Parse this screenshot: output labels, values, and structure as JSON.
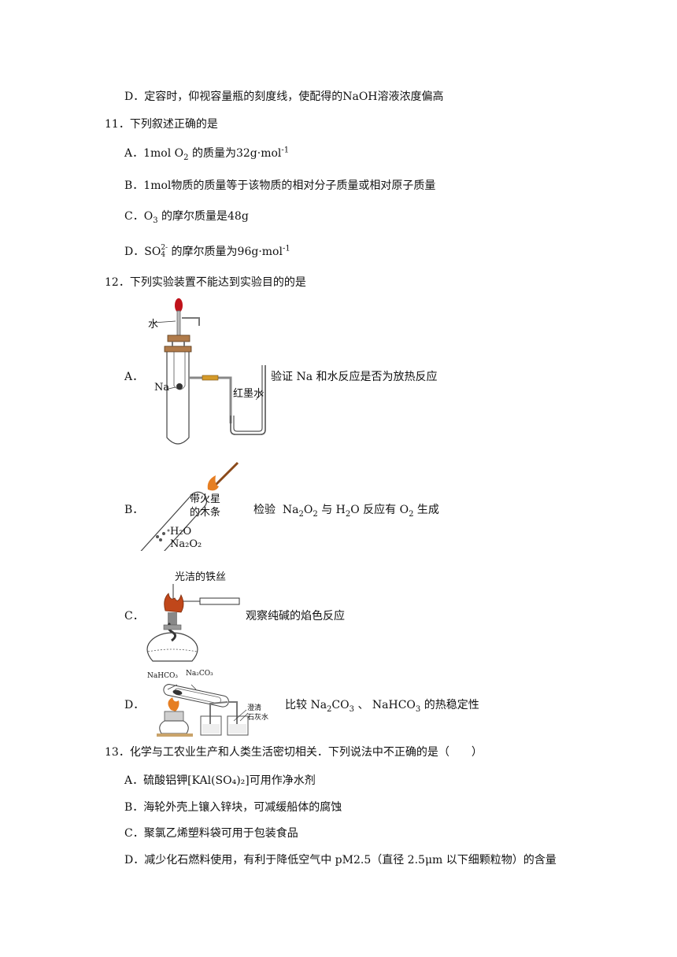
{
  "q10": {
    "option_d": "D．定容时，仰视容量瓶的刻度线，使配得的NaOH溶液浓度偏高"
  },
  "q11": {
    "stem": "11．下列叙述正确的是",
    "a": {
      "label": "A．",
      "pre": "1mol O",
      "sub": "2",
      "mid": " 的质量为32g·mol",
      "sup": "-1"
    },
    "b": "B．1mol物质的质量等于该物质的相对分子质量或相对原子质量",
    "c": {
      "label": "C．",
      "pre": "O",
      "sub": "3",
      "post": " 的摩尔质量是48g"
    },
    "d": {
      "label": "D．",
      "pre": "SO",
      "sub": "4",
      "sup": "2-",
      "mid": " 的摩尔质量为96g·mol",
      "sup2": "-1"
    }
  },
  "q12": {
    "stem": "12．下列实验装置不能达到实验目的的是",
    "a": {
      "label": "A．",
      "desc": "验证 Na 和水反应是否为放热反应",
      "water_label": "水",
      "na_label": "Na",
      "ink_label": "红墨水"
    },
    "b": {
      "label": "B．",
      "splint_label_1": "带火星",
      "splint_label_2": "的木条",
      "desc_pre": "检验",
      "desc_na2o2": "Na",
      "desc_mid1": "O",
      "desc_mid2": " 与 H",
      "desc_mid3": "O 反应有 O",
      "desc_post": " 生成",
      "h2o_label": "H₂O",
      "na2o2_label": "Na₂O₂"
    },
    "c": {
      "label": "C．",
      "wire_label": "光洁的铁丝",
      "desc": "观察纯碱的焰色反应"
    },
    "d": {
      "label": "D．",
      "nahco3_label": "NaHCO₃",
      "na2co3_label": "Na₂CO₃",
      "limewater_label_1": "澄清",
      "limewater_label_2": "石灰水",
      "desc_pre": "比较 Na",
      "desc_mid": "CO",
      "desc_post1": " 、 NaHCO",
      "desc_post2": " 的热稳定性"
    }
  },
  "q13": {
    "stem": "13．化学与工农业生产和人类生活密切相关．下列说法中不正确的是（　　）",
    "a": "A．硫酸铝钾[KAl(SO₄)₂]可用作净水剂",
    "b": "B．海轮外壳上镶入锌块，可减缓船体的腐蚀",
    "c": "C．聚氯乙烯塑料袋可用于包装食品",
    "d": "D．减少化石燃料使用，有利于降低空气中 pM2.5（直径 2.5μm 以下细颗粒物）的含量"
  }
}
